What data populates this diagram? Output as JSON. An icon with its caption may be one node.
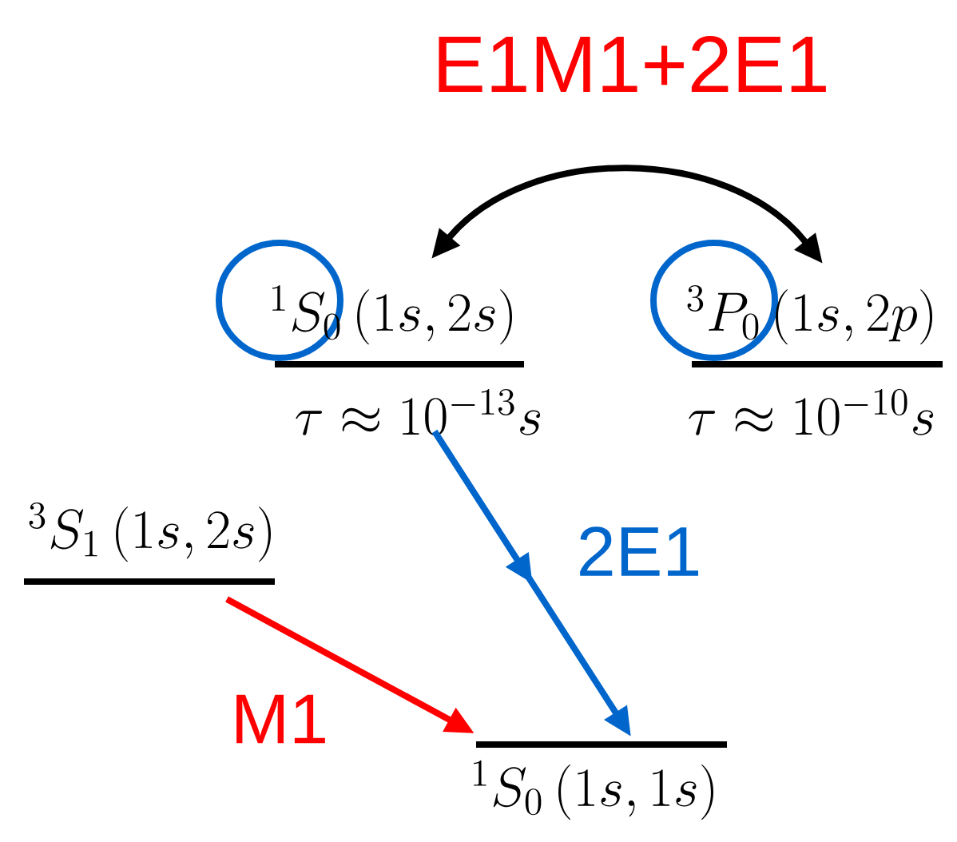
{
  "diagram": {
    "title": "E1M1+2E1",
    "nodes": [
      {
        "text": [
          "{}^{1}S_{0}\\left(1s,2s\\right)"
        ],
        "beside": [
          "\\tau \\approx 10^{-13}s"
        ]
      },
      {
        "text": [
          "{}^{3}P_{0}\\left(1s,2p\\right)"
        ],
        "beside": [
          "\\tau \\approx 10^{-10}s"
        ]
      },
      {
        "text": [
          "{}^{3}S_{1}\\left(1s,2s\\right)"
        ]
      },
      {
        "text": [
          "{}^{1}S_{0}\\left(1s,1s\\right)"
        ]
      }
    ],
    "edges": [
      {
        "from": 0,
        "to": 1,
        "arrow": "both",
        "color": "#000000"
      },
      {
        "from": 0,
        "to": 3,
        "arrow": "to",
        "label": "2E1",
        "color": "#0066cc"
      },
      {
        "from": 2,
        "to": 3,
        "arrow": "to",
        "label": "M1",
        "color": "#ff0000"
      }
    ]
  }
}
